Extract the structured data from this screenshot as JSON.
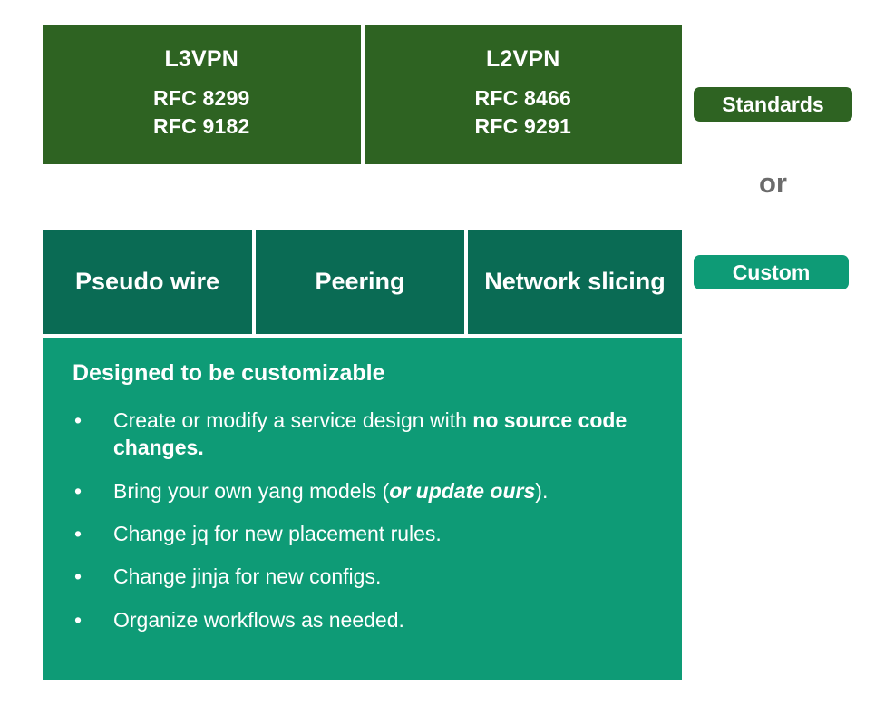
{
  "standards_table": {
    "cells": [
      {
        "title": "L3VPN",
        "rfcs": [
          "RFC 8299",
          "RFC 9182"
        ]
      },
      {
        "title": "L2VPN",
        "rfcs": [
          "RFC 8466",
          "RFC 9291"
        ]
      }
    ],
    "color": "#2E6322"
  },
  "badges": {
    "standards": "Standards",
    "custom": "Custom",
    "standards_color": "#2E6322",
    "custom_color": "#0E9B76"
  },
  "connector": {
    "or_label": "or",
    "color": "#6B6B6B"
  },
  "custom_table": {
    "header_color": "#0A6B54",
    "body_color": "#0E9B76",
    "headers": [
      "Pseudo wire",
      "Peering",
      "Network slicing"
    ],
    "body": {
      "title": "Designed to be customizable",
      "bullet_char": "•",
      "bullets": [
        {
          "parts": [
            {
              "text": "Create or modify a service design with ",
              "style": "normal"
            },
            {
              "text": "no source code changes.",
              "style": "bold"
            }
          ]
        },
        {
          "parts": [
            {
              "text": "Bring your own yang models (",
              "style": "normal"
            },
            {
              "text": "or update ours",
              "style": "bold-italic"
            },
            {
              "text": ").",
              "style": "normal"
            }
          ]
        },
        {
          "parts": [
            {
              "text": "Change jq for new placement rules.",
              "style": "normal"
            }
          ]
        },
        {
          "parts": [
            {
              "text": "Change jinja for new configs.",
              "style": "normal"
            }
          ]
        },
        {
          "parts": [
            {
              "text": "Organize workflows as needed.",
              "style": "normal"
            }
          ]
        }
      ]
    }
  }
}
